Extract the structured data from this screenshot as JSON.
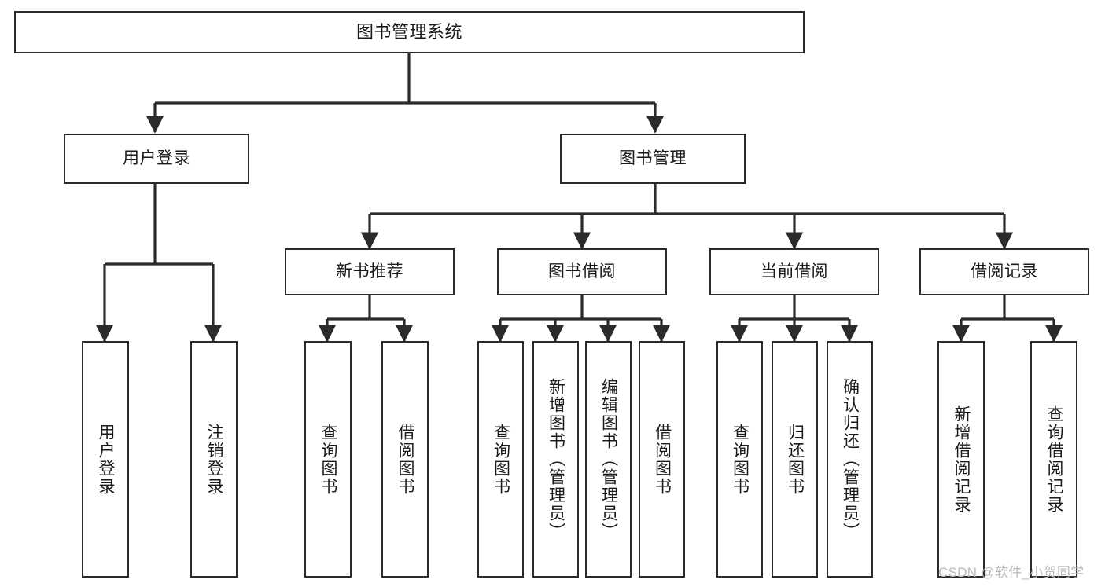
{
  "diagram": {
    "title": "图书管理系统",
    "type": "tree-hierarchy-chart",
    "colors": {
      "background": "#ffffff",
      "box_border": "#2b2b2b",
      "box_fill": "#ffffff",
      "edge": "#2b2b2b",
      "text": "#1a1a1a",
      "watermark": "#b9b9b9"
    },
    "root": {
      "label": "图书管理系统"
    },
    "level1": [
      {
        "label": "用户登录"
      },
      {
        "label": "图书管理"
      }
    ],
    "level2": [
      {
        "label": "新书推荐"
      },
      {
        "label": "图书借阅"
      },
      {
        "label": "当前借阅"
      },
      {
        "label": "借阅记录"
      }
    ],
    "leaves": {
      "user_login": [
        {
          "label": "用户登录"
        },
        {
          "label": "注销登录"
        }
      ],
      "new_book_recommend": [
        {
          "label": "查询图书"
        },
        {
          "label": "借阅图书"
        }
      ],
      "book_borrow": [
        {
          "label": "查询图书"
        },
        {
          "label": "新增图书（管理员）"
        },
        {
          "label": "编辑图书（管理员）"
        },
        {
          "label": "借阅图书"
        }
      ],
      "current_borrow": [
        {
          "label": "查询图书"
        },
        {
          "label": "归还图书"
        },
        {
          "label": "确认归还（管理员）"
        }
      ],
      "borrow_record": [
        {
          "label": "新增借阅记录"
        },
        {
          "label": "查询借阅记录"
        }
      ]
    }
  },
  "watermark": {
    "text": "CSDN @软件_小贺同学"
  }
}
